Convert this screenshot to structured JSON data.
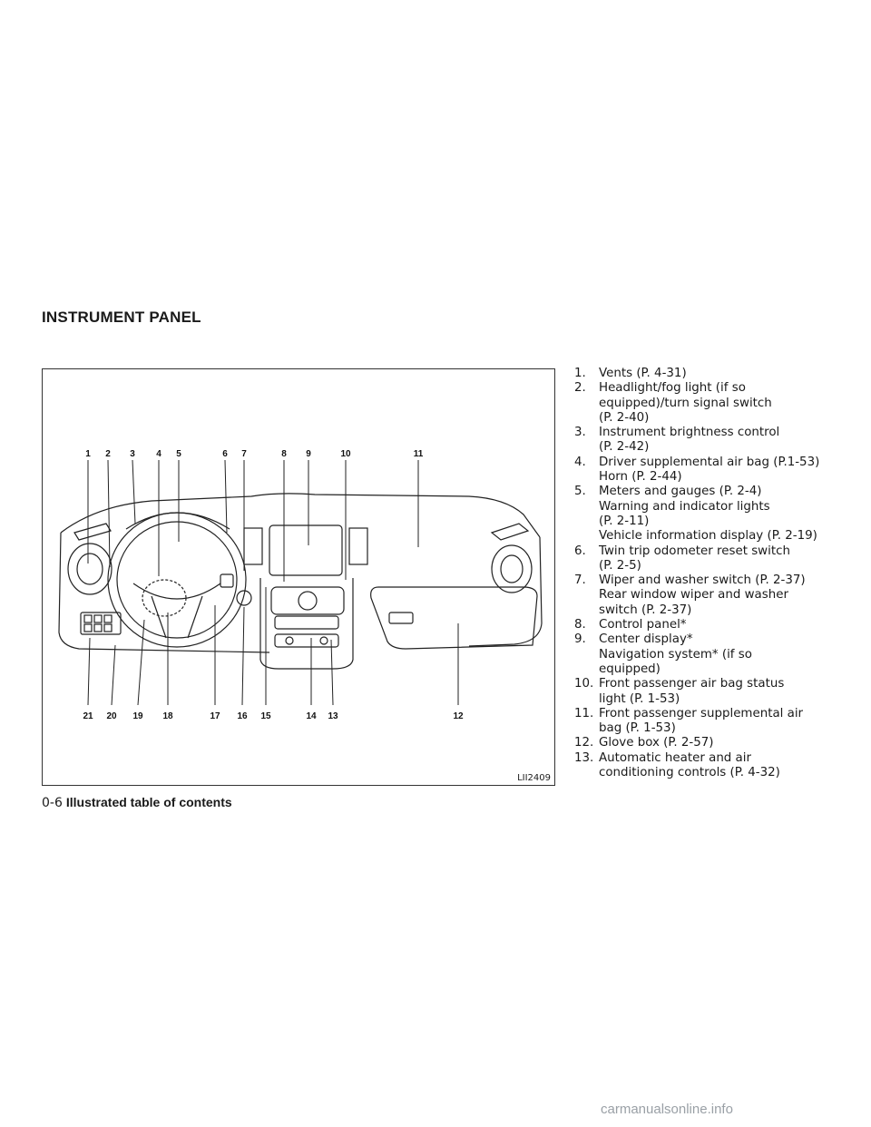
{
  "section_title": "INSTRUMENT PANEL",
  "figure": {
    "code": "LII2409",
    "top_labels": [
      "1",
      "2",
      "3",
      "4",
      "5",
      "6",
      "7",
      "8",
      "9",
      "10",
      "11"
    ],
    "bottom_labels": [
      "21",
      "20",
      "19",
      "18",
      "17",
      "16",
      "15",
      "14",
      "13",
      "12"
    ]
  },
  "items": [
    {
      "num": "1.",
      "lines": [
        "Vents (P. 4-31)"
      ]
    },
    {
      "num": "2.",
      "lines": [
        "Headlight/fog light (if so",
        "equipped)/turn signal switch",
        "(P. 2-40)"
      ]
    },
    {
      "num": "3.",
      "lines": [
        "Instrument brightness control",
        "(P. 2-42)"
      ]
    },
    {
      "num": "4.",
      "lines": [
        "Driver supplemental air bag (P.1-53)",
        "Horn (P. 2-44)"
      ]
    },
    {
      "num": "5.",
      "lines": [
        "Meters and gauges (P. 2-4)",
        "Warning and indicator lights",
        "(P. 2-11)",
        "Vehicle information display (P. 2-19)"
      ]
    },
    {
      "num": "6.",
      "lines": [
        "Twin trip odometer reset switch",
        "(P. 2-5)"
      ]
    },
    {
      "num": "7.",
      "lines": [
        "Wiper and washer switch (P. 2-37)",
        "Rear window wiper and washer",
        "switch (P. 2-37)"
      ]
    },
    {
      "num": "8.",
      "lines": [
        "Control panel*"
      ]
    },
    {
      "num": "9.",
      "lines": [
        "Center display*",
        "Navigation system* (if so",
        "equipped)"
      ]
    },
    {
      "num": "10.",
      "lines": [
        "Front passenger air bag status",
        "light (P. 1-53)"
      ]
    },
    {
      "num": "11.",
      "lines": [
        "Front passenger supplemental air",
        "bag (P. 1-53)"
      ]
    },
    {
      "num": "12.",
      "lines": [
        "Glove box (P. 2-57)"
      ]
    },
    {
      "num": "13.",
      "lines": [
        "Automatic heater and air",
        "conditioning controls (P. 4-32)"
      ]
    }
  ],
  "footer": {
    "page": "0-6",
    "title": "Illustrated table of contents"
  },
  "watermark": "carmanualsonline.info"
}
